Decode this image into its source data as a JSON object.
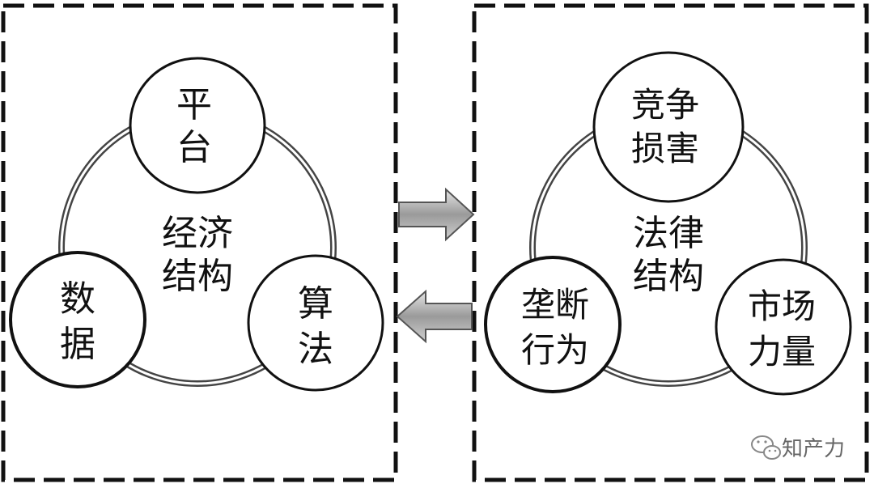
{
  "left_panel": {
    "center": [
      "经济",
      "结构"
    ],
    "top": [
      "平",
      "台"
    ],
    "bottom_left": [
      "数",
      "据"
    ],
    "bottom_right": [
      "算",
      "法"
    ]
  },
  "right_panel": {
    "center": [
      "法律",
      "结构"
    ],
    "top": [
      "竞争",
      "损害"
    ],
    "bottom_left": [
      "垄断",
      "行为"
    ],
    "bottom_right": [
      "市场",
      "力量"
    ]
  },
  "watermark": {
    "text": "知产力",
    "icon": "wechat-icon"
  }
}
